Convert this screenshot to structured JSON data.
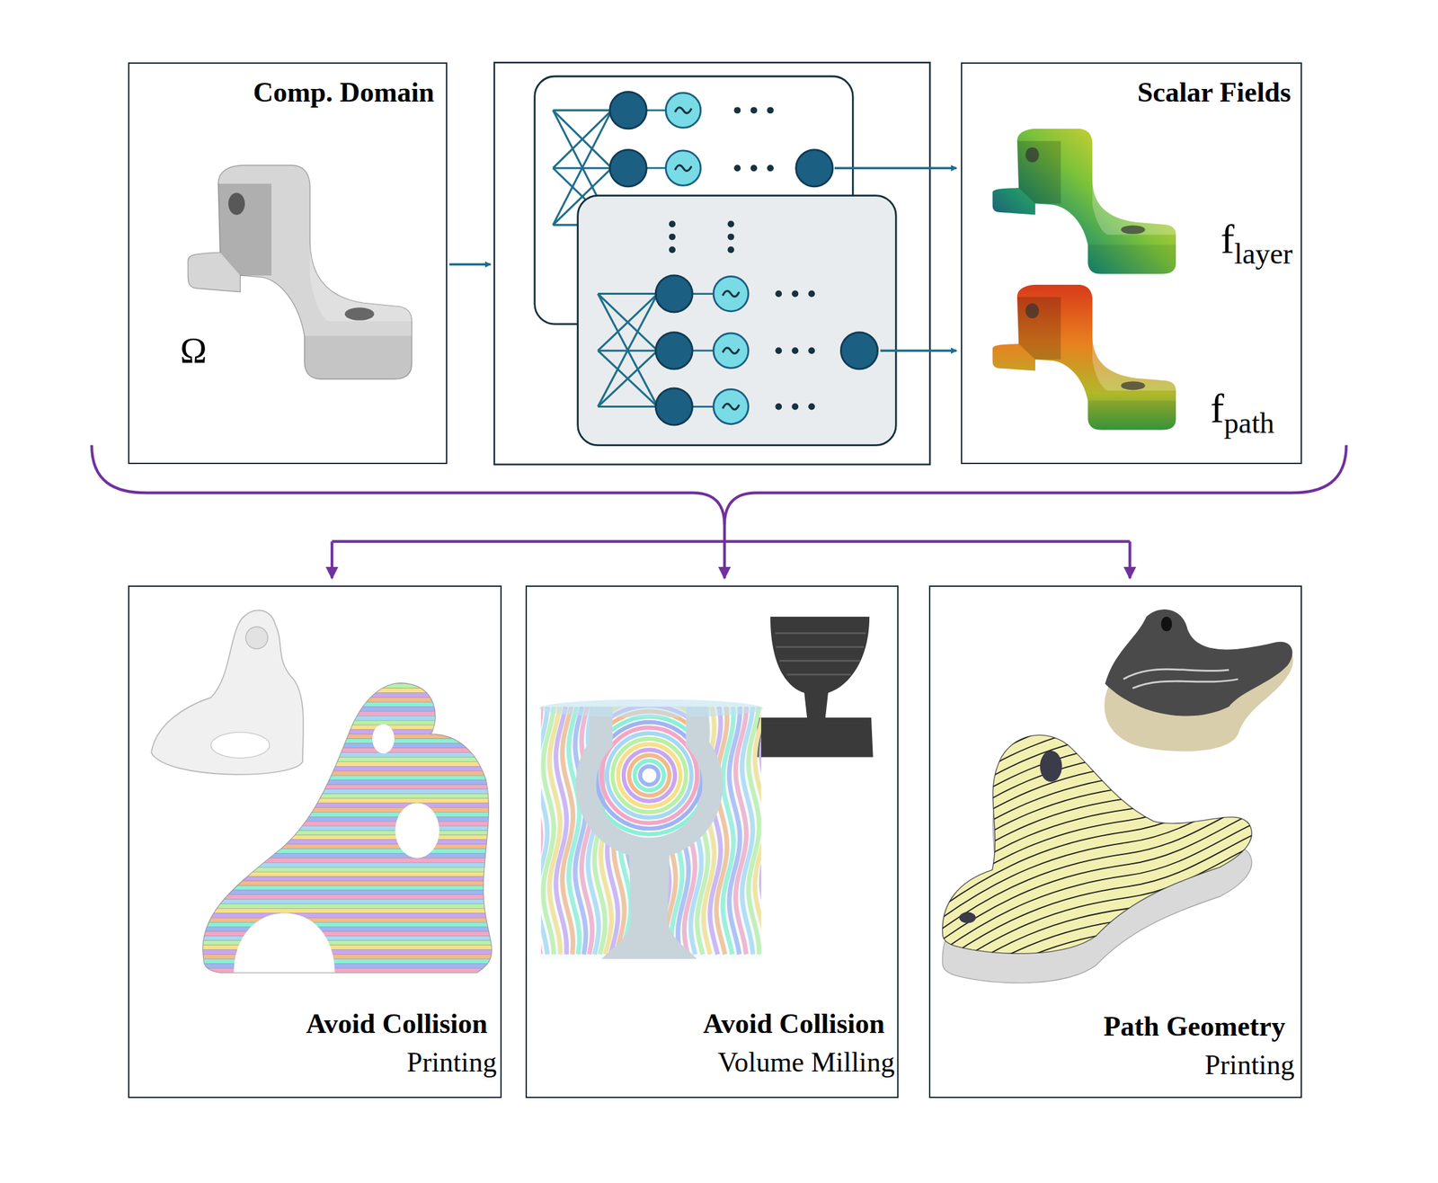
{
  "diagram": {
    "nodes": [
      {
        "text": [
          "Comp. Domain",
          "Ω"
        ]
      },
      {
        "text": [
          "Scalar Fields",
          "flayer",
          "fpath"
        ]
      },
      {
        "text": [
          "Avoid Collision",
          "Printing"
        ]
      },
      {
        "text": [
          "Avoid Collision",
          "Volume Milling"
        ]
      },
      {
        "text": [
          "Path Geometry",
          "Printing"
        ]
      }
    ]
  }
}
